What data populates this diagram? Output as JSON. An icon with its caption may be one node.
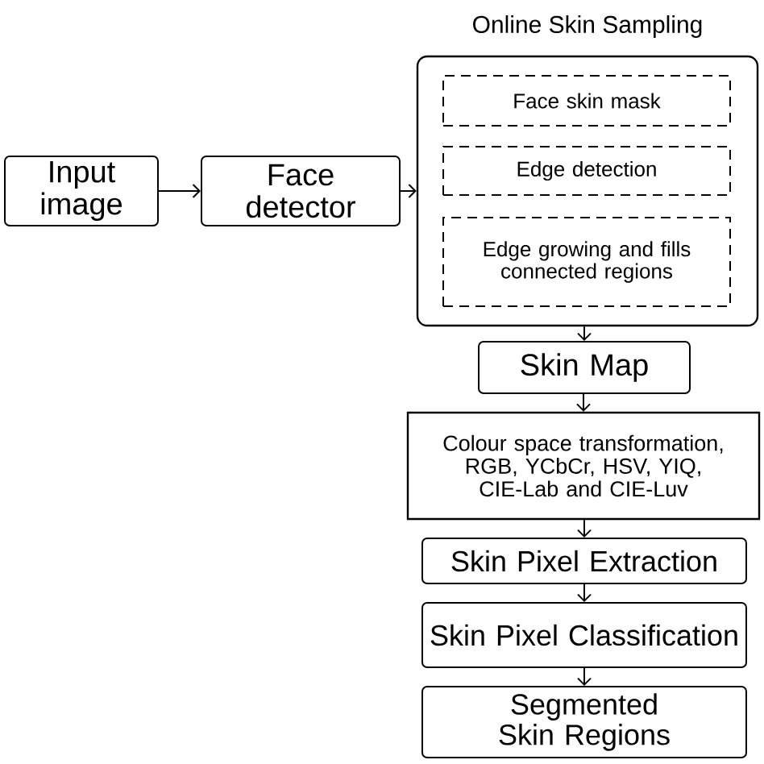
{
  "diagram": {
    "nodes": [
      {
        "text": [
          "Input image"
        ]
      },
      {
        "text": [
          "Face detector"
        ]
      },
      {
        "text": [
          "Online Skin Sampling"
        ]
      },
      {
        "text": [
          "Face skin mask"
        ],
        "in": 2
      },
      {
        "text": [
          "Edge detection"
        ],
        "in": 2
      },
      {
        "text": [
          "Edge growing and fills connected regions"
        ],
        "in": 2
      },
      {
        "text": [
          "Skin Map"
        ]
      },
      {
        "text": [
          "Colour space transformation, RGB, YCbCr, HSV, YIQ, CIE-Lab and CIE-Luv"
        ]
      },
      {
        "text": [
          "Skin Pixel Extraction"
        ]
      },
      {
        "text": [
          "Skin Pixel Classification"
        ]
      },
      {
        "text": [
          "Segmented Skin Regions"
        ]
      }
    ],
    "edges": [
      {
        "from": 0,
        "to": 1,
        "arrow": "to"
      },
      {
        "from": 1,
        "to": 2,
        "arrow": "to"
      },
      {
        "from": 2,
        "to": 6,
        "arrow": "to"
      },
      {
        "from": 6,
        "to": 7,
        "arrow": "to"
      },
      {
        "from": 7,
        "to": 8,
        "arrow": "to"
      },
      {
        "from": 8,
        "to": 9,
        "arrow": "to"
      },
      {
        "from": 9,
        "to": 10,
        "arrow": "to"
      }
    ]
  }
}
